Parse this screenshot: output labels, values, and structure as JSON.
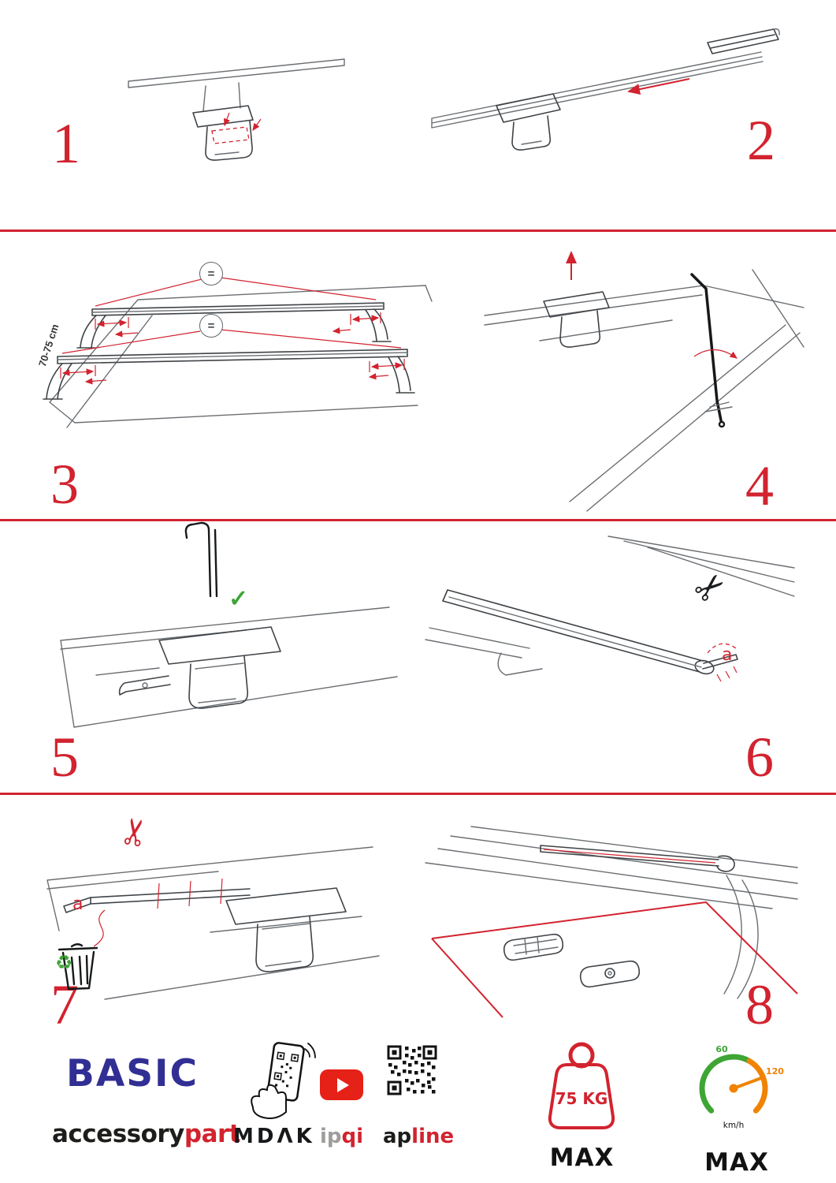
{
  "colors": {
    "accent": "#d2232f",
    "brand_blue": "#312e94",
    "text_dark": "#1d1d1b",
    "gray": "#9d9d9c",
    "green": "#3fa535",
    "orange": "#f08300",
    "youtube_red": "#e62117",
    "sketch": "#6a6e72",
    "sketch_dark": "#3f4347"
  },
  "steps": [
    {
      "number": "1"
    },
    {
      "number": "2"
    },
    {
      "number": "3"
    },
    {
      "number": "4"
    },
    {
      "number": "5"
    },
    {
      "number": "6"
    },
    {
      "number": "7"
    },
    {
      "number": "8"
    }
  ],
  "step3": {
    "equal": "=",
    "dimension": "70-75 cm"
  },
  "step6": {
    "cut_label": "a"
  },
  "step7": {
    "cut_label": "a"
  },
  "icons": {
    "scissors": "✂",
    "check": "✓",
    "recycle": "♻"
  },
  "footer": {
    "brand": "BASIC",
    "brand_sub": {
      "black": "accessory",
      "red": "part"
    },
    "mdak": "MDΛK",
    "ipqi": {
      "gray": "ip",
      "red": "qi"
    },
    "apline": {
      "black": "ap",
      "red": "line"
    },
    "weight": {
      "value": "75 KG",
      "max": "MAX"
    },
    "speed": {
      "low": "60",
      "high": "120",
      "unit": "km/h",
      "max": "MAX"
    }
  }
}
